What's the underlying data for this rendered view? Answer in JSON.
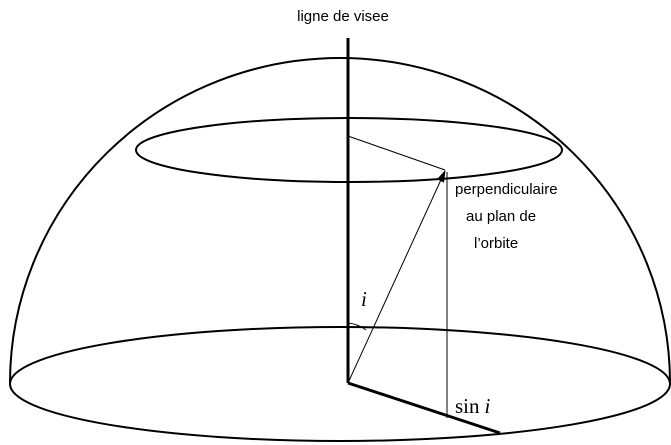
{
  "labels": {
    "line_of_sight": "ligne de visee",
    "perpendicular_line1": "perpendiculaire",
    "perpendicular_line2": "au plan de",
    "perpendicular_line3": "l’orbite",
    "angle_symbol": "i",
    "sin_prefix": "sin",
    "sin_var": "i"
  },
  "colors": {
    "stroke": "#000000",
    "background": "#ffffff"
  }
}
